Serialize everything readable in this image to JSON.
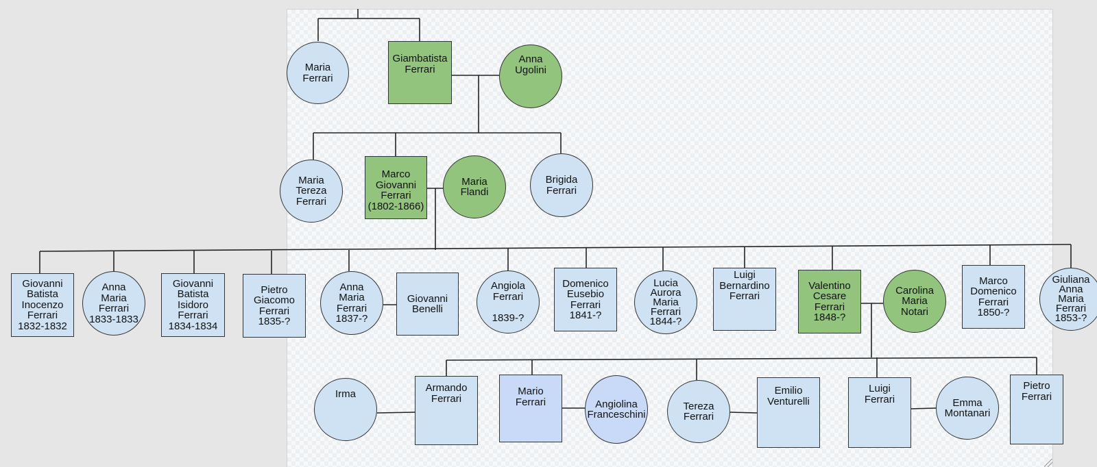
{
  "people": {
    "maria_ferrari": "Maria\nFerrari",
    "giambatista": "Giambatista\nFerrari",
    "anna_ugolini": "Anna\nUgolini",
    "maria_tereza": "Maria\nTereza\nFerrari",
    "marco_giovanni": "Marco\nGiovanni\nFerrari\n(1802-1866)",
    "maria_flandi": "Maria\nFlandi",
    "brigida": "Brigida\nFerrari",
    "giovanni_batista_inocenzo": "Giovanni\nBatista\nInocenzo\nFerrari\n1832-1832",
    "anna_maria_1833": "Anna\nMaria\nFerrari\n1833-1833",
    "giovanni_batista_isidoro": "Giovanni\nBatista\nIsidoro\nFerrari\n1834-1834",
    "pietro_giacomo": "Pietro\nGiacomo\nFerrari\n1835-?",
    "anna_maria_1837": "Anna\nMaria\nFerrari\n1837-?",
    "giovanni_benelli": "Giovanni\nBenelli",
    "angiola": "Angiola\nFerrari\n\n1839-?",
    "domenico_eusebio": "Domenico\nEusebio\nFerrari\n1841-?",
    "lucia_aurora": "Lucia\nAurora\nMaria\nFerrari\n1844-?",
    "luigi_bernardino": "Luigi\nBernardino\nFerrari",
    "valentino_cesare": "Valentino\nCesare\nFerrari\n1848-?",
    "carolina_maria": "Carolina\nMaria\nNotari",
    "marco_domenico": "Marco\nDomenico\nFerrari\n1850-?",
    "giuliana": "Giuliana\nAnna\nMaria\nFerrari\n1853-?",
    "irma": "Irma",
    "armando": "Armando\nFerrari",
    "mario": "Mario\nFerrari",
    "angiolina": "Angiolina\nFranceschini",
    "tereza": "Tereza\nFerrari",
    "emilio": "Emilio\nVenturelli",
    "luigi": "Luigi\nFerrari",
    "emma": "Emma\nMontanari",
    "pietro": "Pietro\nFerrari"
  },
  "colors": {
    "blue": "#cfe2f3",
    "green": "#93c47d",
    "purple": "#c9daf8"
  }
}
